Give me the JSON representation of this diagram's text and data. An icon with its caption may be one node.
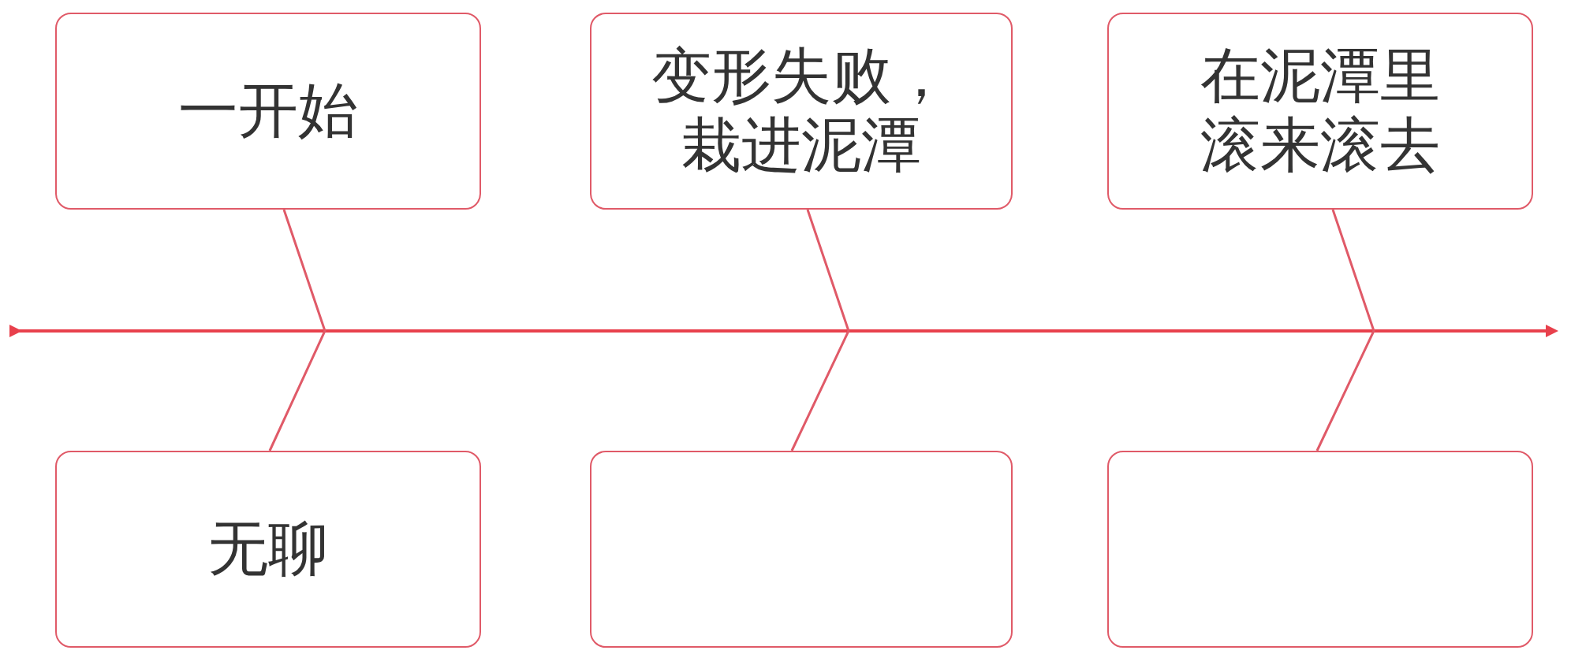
{
  "diagram": {
    "nodes": [
      {
        "text": [
          "一开始"
        ]
      },
      {
        "text": [
          "变形失败，栽进泥潭"
        ]
      },
      {
        "text": [
          "在泥潭里滚来滚去"
        ]
      },
      {
        "text": [
          "无聊"
        ]
      },
      {
        "text": [],
        "shape": "box"
      },
      {
        "text": [],
        "shape": "box"
      }
    ],
    "edges": [
      {
        "from": 0,
        "to": 3,
        "arrow": "none"
      },
      {
        "from": 1,
        "to": 4,
        "arrow": "none"
      },
      {
        "from": 2,
        "to": 5,
        "arrow": "none"
      }
    ]
  }
}
